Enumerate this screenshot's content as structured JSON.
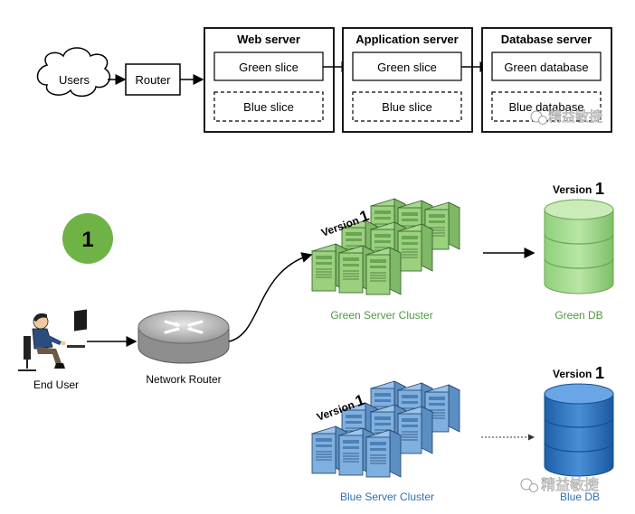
{
  "top": {
    "users": "Users",
    "router": "Router",
    "web_server": {
      "title": "Web server",
      "green": "Green slice",
      "blue": "Blue slice"
    },
    "app_server": {
      "title": "Application server",
      "green": "Green slice",
      "blue": "Blue slice"
    },
    "db_server": {
      "title": "Database server",
      "green": "Green database",
      "blue": "Blue database"
    }
  },
  "bottom": {
    "step": "1",
    "end_user": "End User",
    "network_router": "Network Router",
    "green_cluster": {
      "label": "Green Server Cluster",
      "version_word": "Version",
      "version_num": "1"
    },
    "blue_cluster": {
      "label": "Blue Server Cluster",
      "version_word": "Version",
      "version_num": "1"
    },
    "green_db": {
      "label": "Green DB",
      "version_word": "Version",
      "version_num": "1"
    },
    "blue_db": {
      "label": "Blue DB",
      "version_word": "Version",
      "version_num": "1"
    }
  },
  "watermark": "精益敏捷",
  "colors": {
    "green_text": "#4f9a3f",
    "blue_text": "#2f6fb5",
    "step_circle": "#6fb346"
  }
}
